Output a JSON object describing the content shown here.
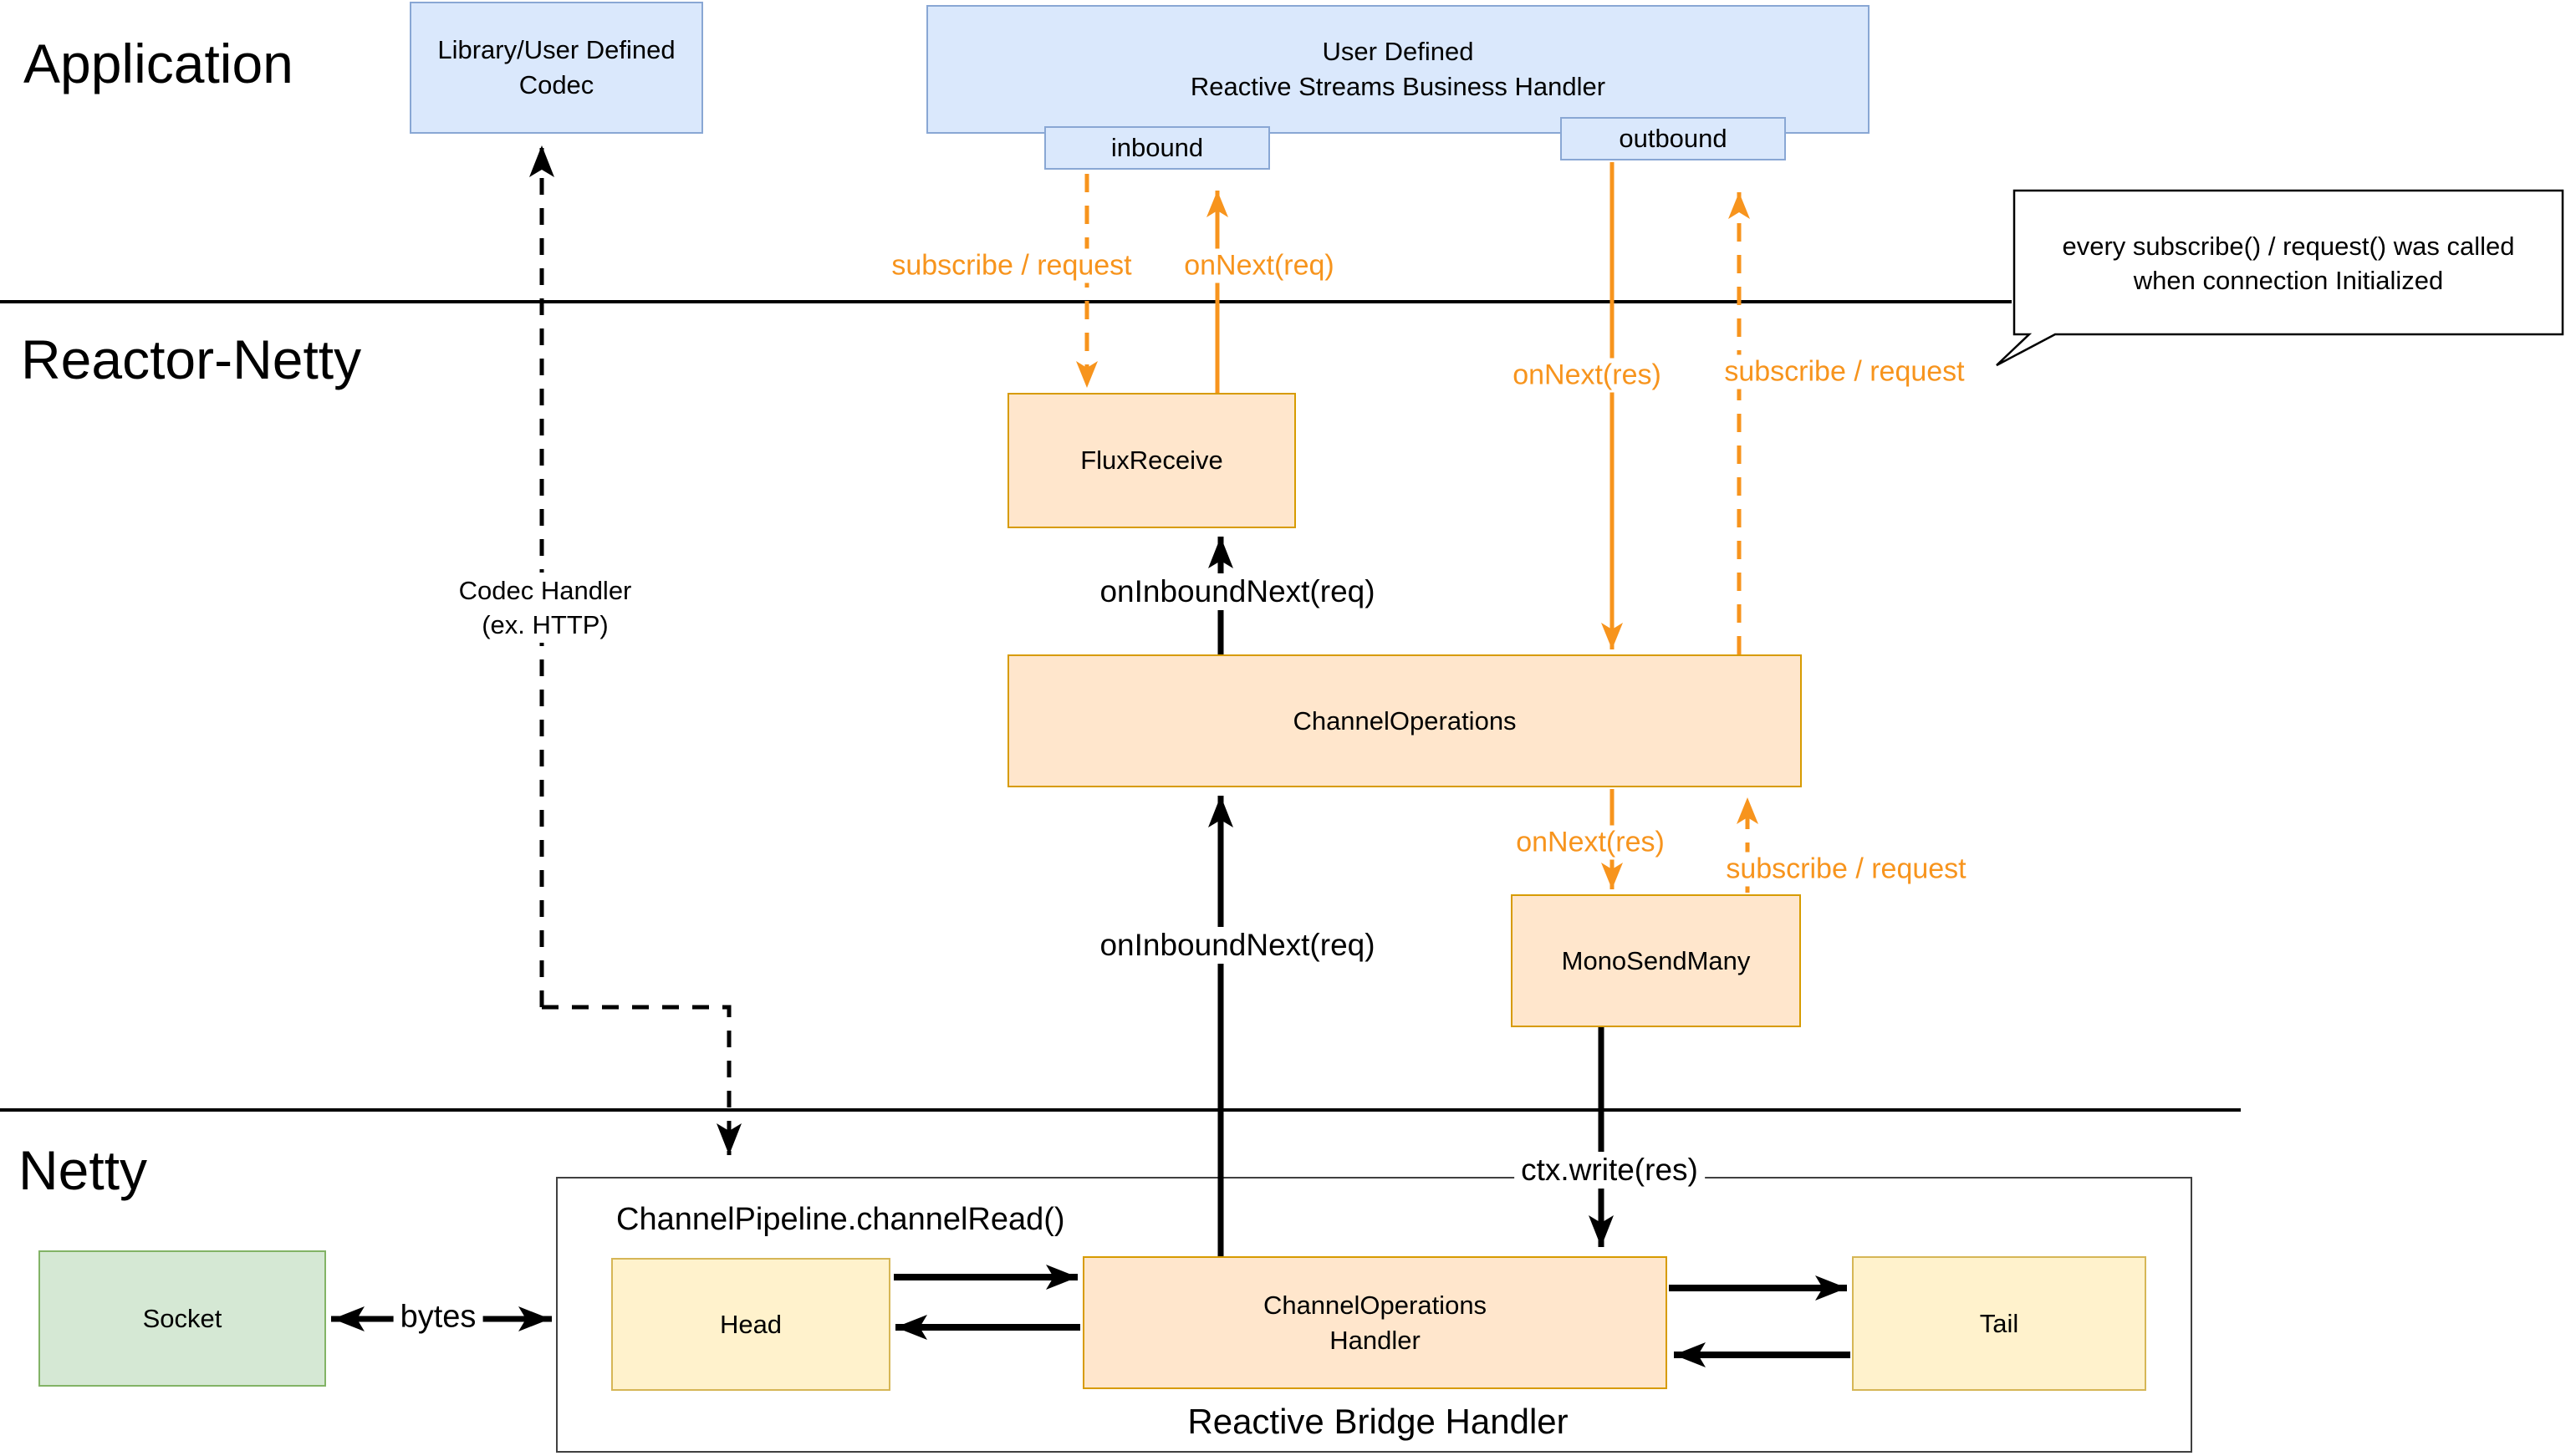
{
  "colors": {
    "blue_fill": "#dae8fc",
    "blue_stroke": "#89a7d4",
    "orange_fill": "#ffe6cc",
    "orange_stroke": "#d79b00",
    "yellow_fill": "#fff2cc",
    "yellow_stroke": "#d6b656",
    "green_fill": "#d5e8d4",
    "green_stroke": "#82b366",
    "arrow_orange": "#f7941d",
    "line_black": "#000000"
  },
  "sections": {
    "application": "Application",
    "reactor_netty": "Reactor-Netty",
    "netty": "Netty"
  },
  "boxes": {
    "codec": {
      "line1": "Library/User Defined",
      "line2": "Codec"
    },
    "business": {
      "line1": "User Defined",
      "line2": "Reactive Streams Business Handler"
    },
    "inbound": {
      "label": "inbound"
    },
    "outbound": {
      "label": "outbound"
    },
    "flux_receive": {
      "label": "FluxReceive"
    },
    "channel_operations": {
      "label": "ChannelOperations"
    },
    "mono_send_many": {
      "label": "MonoSendMany"
    },
    "socket": {
      "label": "Socket"
    },
    "head": {
      "label": "Head"
    },
    "channel_operations_handler": {
      "line1": "ChannelOperations",
      "line2": "Handler"
    },
    "tail": {
      "label": "Tail"
    },
    "bridge": {
      "pipeline_label": "ChannelPipeline.channelRead()",
      "bridge_label": "Reactive Bridge Handler"
    }
  },
  "labels": {
    "subscribe_request_inbound": "subscribe / request",
    "on_next_req": "onNext(req)",
    "on_next_res_top": "onNext(res)",
    "subscribe_request_outbound_top": "subscribe / request",
    "on_next_res_bottom": "onNext(res)",
    "subscribe_request_outbound_bottom": "subscribe / request",
    "on_inbound_next_upper": "onInboundNext(req)",
    "on_inbound_next_lower": "onInboundNext(req)",
    "ctx_write": "ctx.write(res)",
    "bytes": "bytes",
    "codec_handler": {
      "line1": "Codec Handler",
      "line2": "(ex. HTTP)"
    }
  },
  "callout": {
    "line1": "every subscribe() / request() was called",
    "line2": "when connection Initialized"
  }
}
